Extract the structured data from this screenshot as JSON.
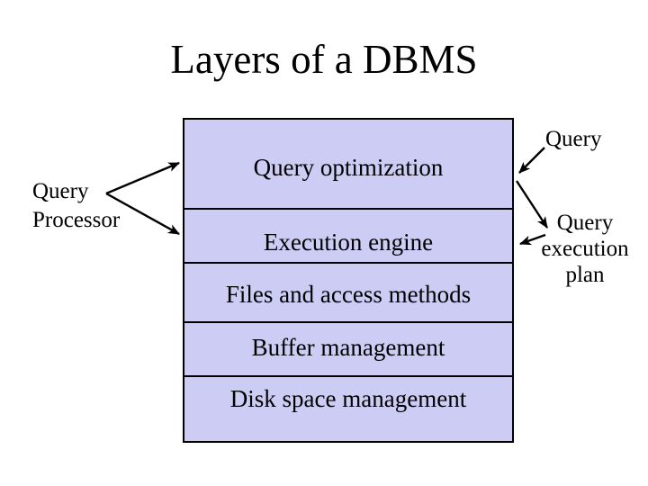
{
  "title": "Layers of a DBMS",
  "left_label": {
    "lines": [
      "Query",
      "Processor"
    ]
  },
  "right_labels": {
    "query": "Query",
    "execution_plan_lines": [
      "Query",
      "execution",
      "plan"
    ]
  },
  "diagram": {
    "layers": [
      "Query optimization",
      "Execution engine",
      "Files and access methods",
      "Buffer management",
      "Disk space management"
    ],
    "arrows": [
      "query-processor-to-query-optimization",
      "query-processor-to-execution-engine",
      "query-to-query-optimization",
      "query-optimization-to-query-execution-plan",
      "query-execution-plan-to-execution-engine"
    ]
  },
  "colors": {
    "layer_fill": "#CCCCF5",
    "line_color": "#000000",
    "text_color": "#000000",
    "background": "#FFFFFF"
  }
}
